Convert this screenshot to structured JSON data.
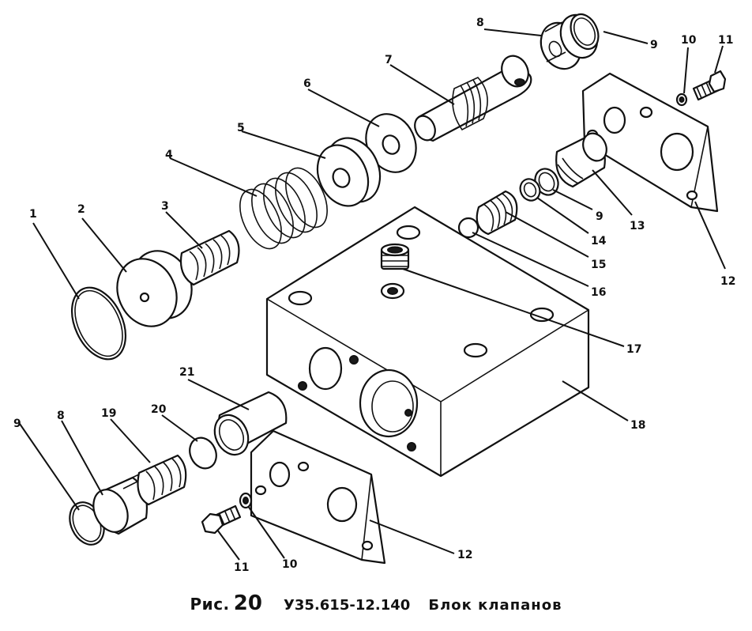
{
  "caption": {
    "fig_prefix": "Рис.",
    "fig_number": "20",
    "code": "У35.615-12.140",
    "title": "Блок клапанов"
  },
  "callouts": {
    "c1": "1",
    "c2": "2",
    "c3": "3",
    "c4": "4",
    "c5": "5",
    "c6": "6",
    "c7": "7",
    "c8_top": "8",
    "c9_top": "9",
    "c10_top": "10",
    "c11_top": "11",
    "c12_right": "12",
    "c13": "13",
    "c9_mid": "9",
    "c14": "14",
    "c15": "15",
    "c16": "16",
    "c17": "17",
    "c18": "18",
    "c21": "21",
    "c20": "20",
    "c19": "19",
    "c8_bottom": "8",
    "c9_bottom": "9",
    "c11_bottom": "11",
    "c10_bottom": "10",
    "c12_bottom": "12"
  }
}
